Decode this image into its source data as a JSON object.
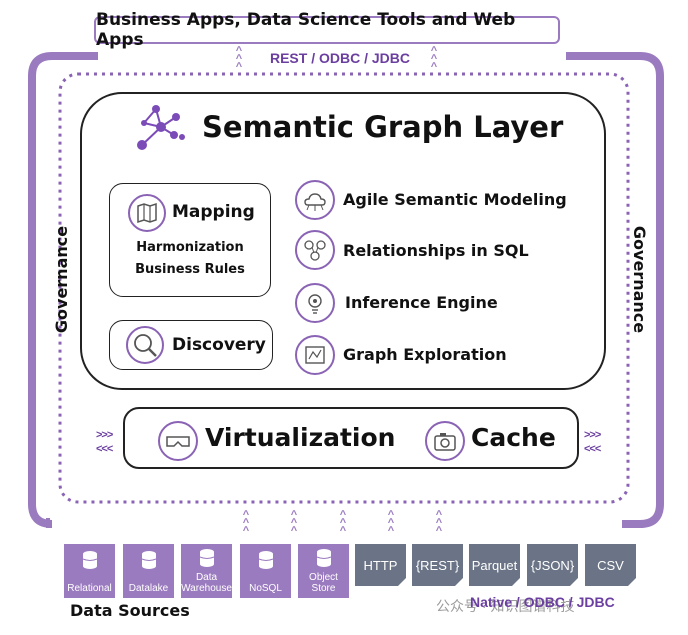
{
  "top": {
    "apps_label": "Business Apps, Data Science Tools and Web Apps",
    "api_label": "REST / ODBC / JDBC"
  },
  "governance": {
    "left": "Governance",
    "right": "Governance"
  },
  "semantic_layer": {
    "title": "Semantic Graph Layer",
    "mapping": {
      "title": "Mapping",
      "line1": "Harmonization",
      "line2": "Business Rules"
    },
    "discovery": "Discovery",
    "capabilities": [
      {
        "label": "Agile Semantic Modeling",
        "icon": "cloud-network-icon"
      },
      {
        "label": "Relationships in SQL",
        "icon": "people-network-icon"
      },
      {
        "label": "Inference Engine",
        "icon": "lightbulb-icon"
      },
      {
        "label": "Graph Exploration",
        "icon": "map-explore-icon"
      }
    ]
  },
  "engine": {
    "virtualization": "Virtualization",
    "cache": "Cache",
    "arrows": ">>>",
    "arrows_back": "<<<"
  },
  "sources": {
    "tiles": [
      {
        "label": "Relational",
        "icon": "database-icon"
      },
      {
        "label": "Datalake",
        "icon": "database-icon"
      },
      {
        "label": "Data Warehouse",
        "icon": "database-icon"
      },
      {
        "label": "NoSQL",
        "icon": "database-icon"
      },
      {
        "label": "Object Store",
        "icon": "database-icon"
      }
    ],
    "formats": [
      "HTTP",
      "{REST}",
      "Parquet",
      "{JSON}",
      "CSV"
    ],
    "caption": "Data Sources",
    "native_label": "Native / ODBC / JDBC"
  },
  "watermark": "公众号 · 知识图谱科技",
  "colors": {
    "accent": "#9b7bbf",
    "accent_dark": "#6b3fa0",
    "format_tile": "#6a7486"
  }
}
